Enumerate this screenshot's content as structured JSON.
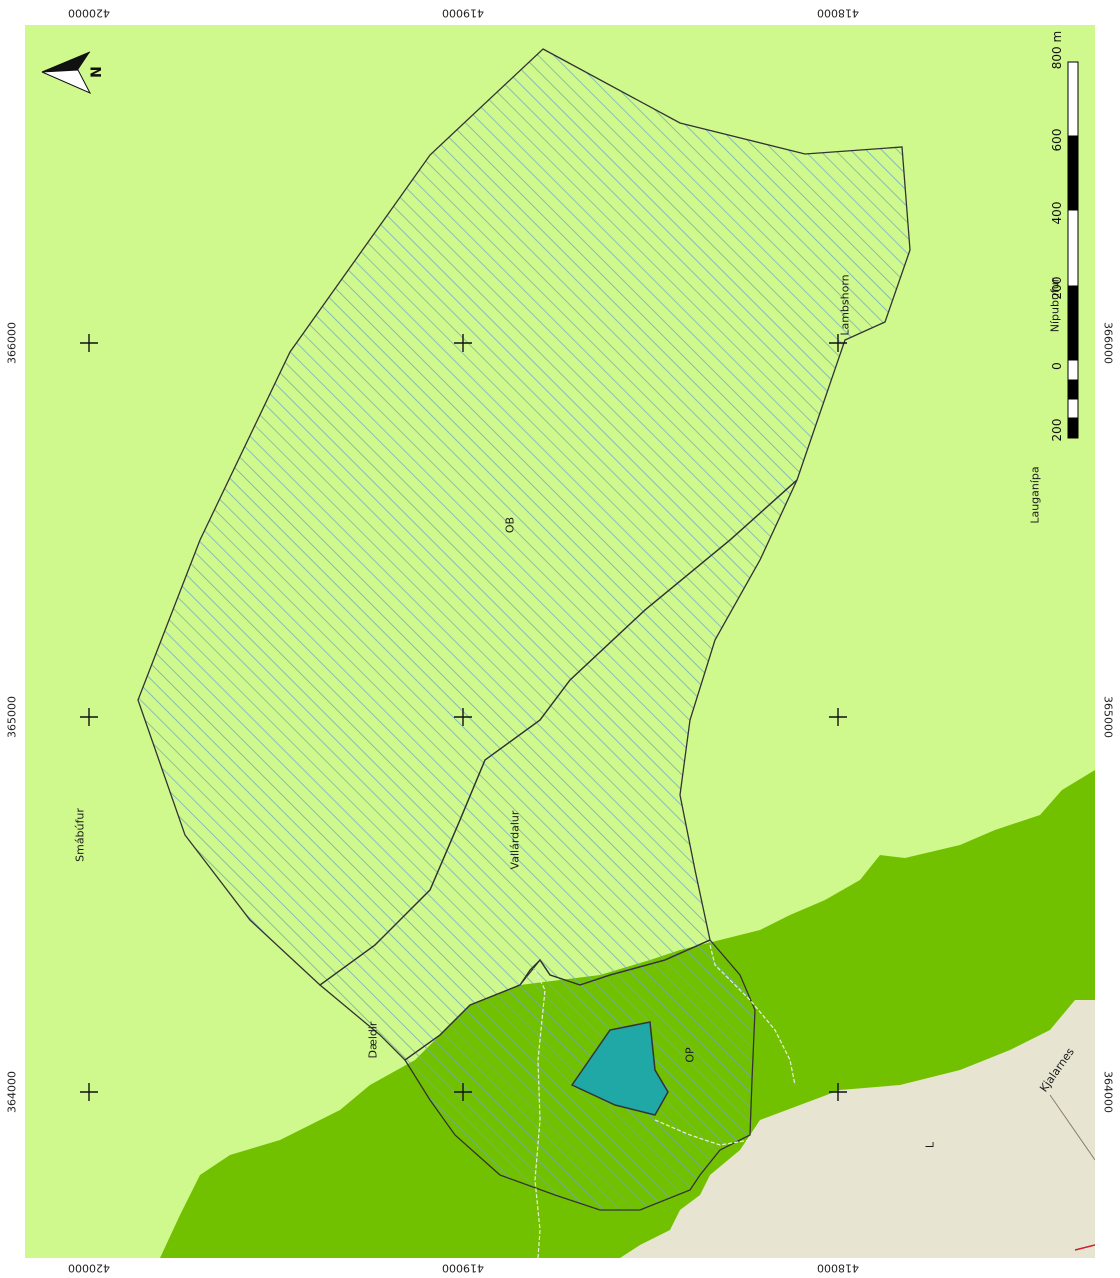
{
  "map": {
    "colors": {
      "background": "#cff88d",
      "dark_green": "#72c100",
      "beige": "#e7e5d1",
      "lake": "#20a8a6",
      "hatch": "#6aa6c6",
      "boundary": "#333333"
    },
    "grid": {
      "top_labels": [
        "420000",
        "419000",
        "418000"
      ],
      "bottom_labels": [
        "420000",
        "419000",
        "418000"
      ],
      "left_labels": [
        "366000",
        "365000",
        "364000"
      ],
      "right_labels": [
        "366000",
        "365000",
        "364000"
      ]
    },
    "place_labels": {
      "ob": "OB",
      "op": "OP",
      "vallardalur": "Vallárdalur",
      "smabufur": "Smábúfur",
      "daeldir": "Dældir",
      "lambshorn": "Lambshorn",
      "nipubufur": "Nípubufur",
      "lauganipa": "Lauganípa",
      "kjalarnes": "Kjalarnes",
      "l": "L"
    },
    "scale_bar": {
      "unit_label": "800 m",
      "labels": [
        "600",
        "400",
        "200",
        "0",
        "200"
      ]
    },
    "north_arrow": {
      "label": "N"
    }
  }
}
